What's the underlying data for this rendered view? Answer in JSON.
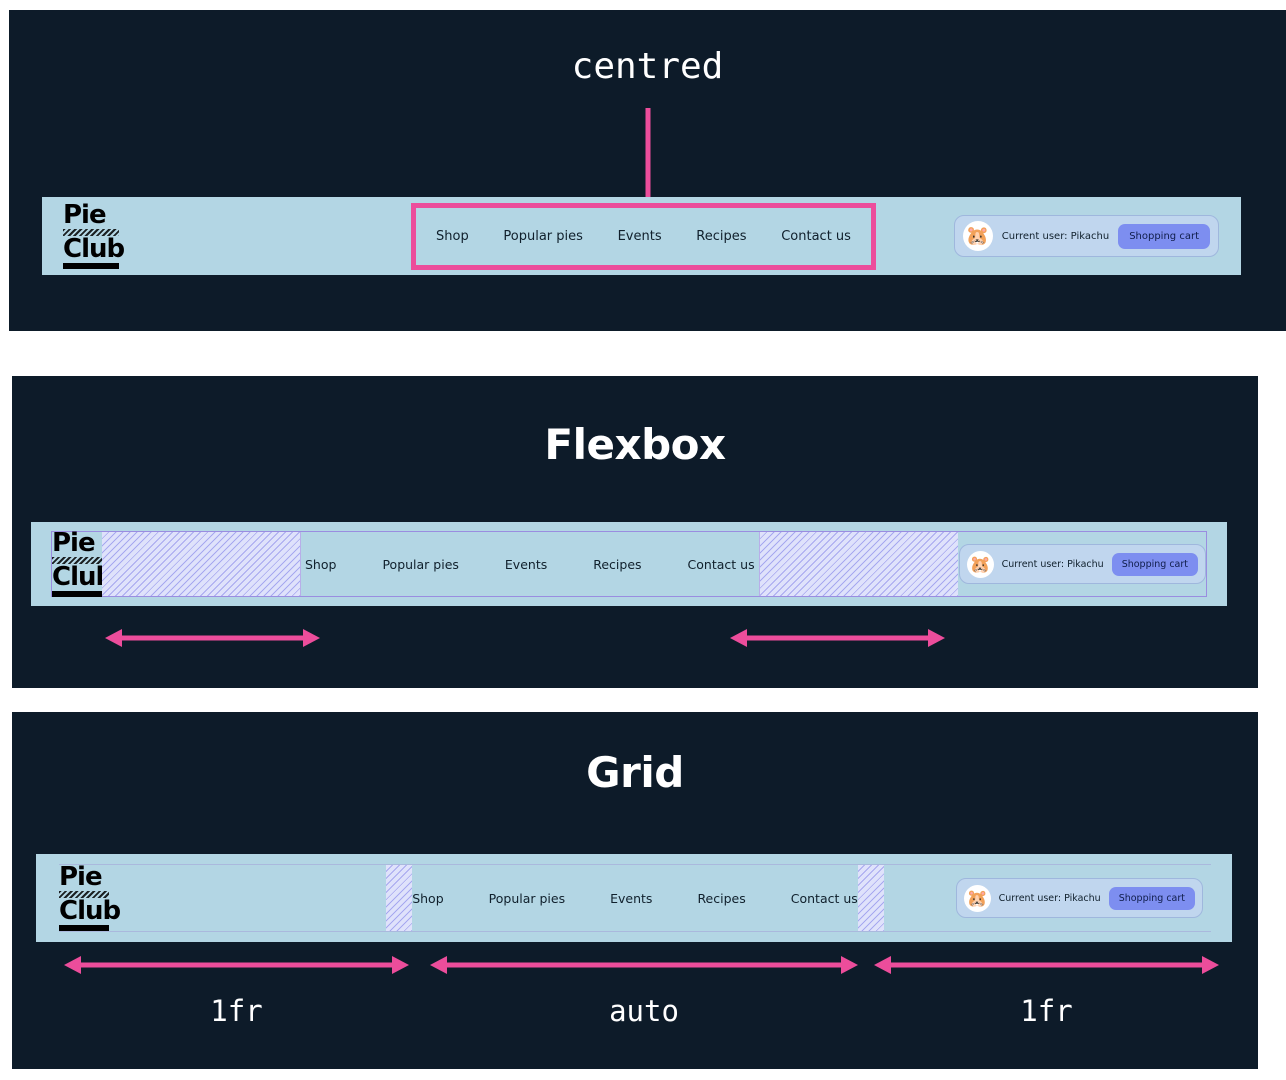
{
  "theme": {
    "panel_bg": "#0d1b29",
    "page_bg": "#ffffff",
    "navbar_bg": "#b3d6e4",
    "accent_pink": "#ec4d9b",
    "hatch_purple": "#7878e6",
    "cart_button_bg": "#7d8ef0",
    "user_box_bg": "#c0d6ee",
    "text_dark": "#10202c",
    "text_light": "#ffffff"
  },
  "sections": [
    {
      "id": "centred",
      "annotation": "centred",
      "arrow_icon": "down-arrow-icon"
    },
    {
      "id": "flexbox",
      "title": "Flexbox",
      "arrow_icon": "double-arrow-icon"
    },
    {
      "id": "grid",
      "title": "Grid",
      "arrow_icon": "double-arrow-icon",
      "track_labels": [
        "1fr",
        "auto",
        "1fr"
      ]
    }
  ],
  "navbar": {
    "logo": {
      "line1": "Pie",
      "line2": "Club"
    },
    "nav_links": [
      {
        "label": "Shop"
      },
      {
        "label": "Popular pies"
      },
      {
        "label": "Events"
      },
      {
        "label": "Recipes"
      },
      {
        "label": "Contact us"
      }
    ],
    "user": {
      "avatar_icon": "pikachu-avatar-icon",
      "avatar_glyph": "🐹",
      "label": "Current user: Pikachu",
      "cart_label": "Shopping cart"
    }
  }
}
